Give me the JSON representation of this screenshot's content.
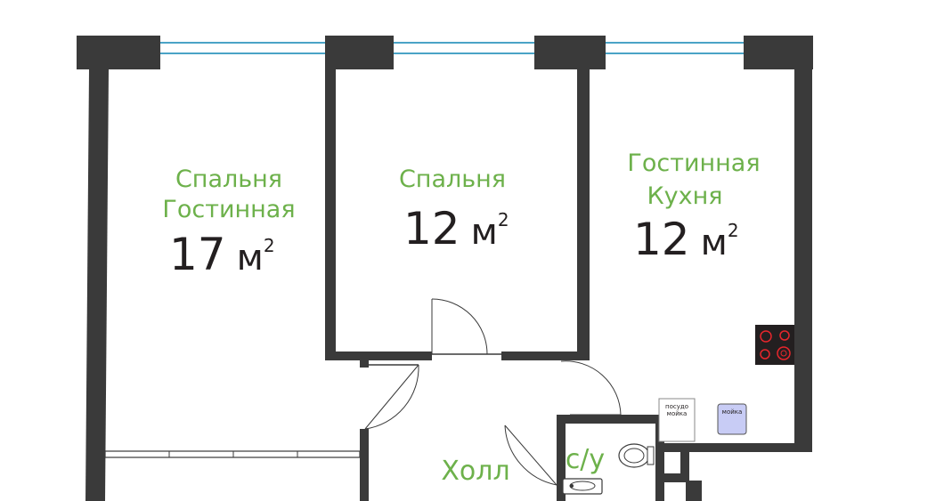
{
  "colors": {
    "wall": "#3a3a3a",
    "window": "#4aa3c6",
    "label": "#6db14b",
    "text": "#231f20",
    "sink_fill": "#c8ccf5",
    "stove_fill": "#231f20",
    "stove_rings": "#e8262c"
  },
  "rooms": {
    "bedroom_living": {
      "line1": "Спальня",
      "line2": "Гостинная",
      "area_number": "17",
      "area_unit": "м",
      "area_sup": "2"
    },
    "bedroom": {
      "line1": "Спальня",
      "area_number": "12",
      "area_unit": "м",
      "area_sup": "2"
    },
    "living_kitchen": {
      "line1": "Гостинная",
      "line2": "Кухня",
      "area_number": "12",
      "area_unit": "м",
      "area_sup": "2"
    },
    "hall": {
      "label": "Холл"
    },
    "bathroom": {
      "label": "с/у"
    }
  },
  "fixtures": {
    "dishwasher": {
      "line1": "посудо",
      "line2": "мойка",
      "icon": "dishwasher-icon"
    },
    "sink": {
      "label": "мойка",
      "icon": "sink-icon"
    },
    "stove": {
      "icon": "stove-icon"
    },
    "toilet": {
      "icon": "toilet-icon"
    },
    "washbasin": {
      "icon": "washbasin-icon"
    }
  }
}
